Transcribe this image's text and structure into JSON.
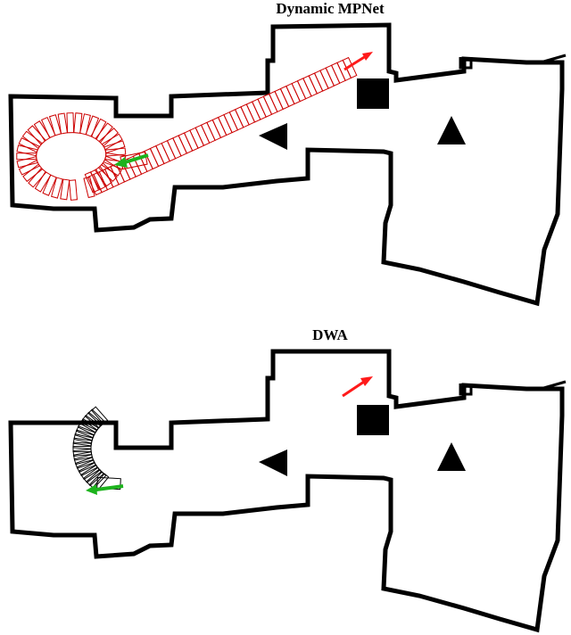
{
  "panels": [
    {
      "id": "top",
      "title": "Dynamic MPNet",
      "planner_color": "#cc0000",
      "goal_arrow_color": "#ff1a1a",
      "start_arrow_color": "#1db31d"
    },
    {
      "id": "bottom",
      "title": "DWA",
      "planner_color": "#000000",
      "goal_arrow_color": "#ff1a1a",
      "start_arrow_color": "#1db31d"
    }
  ]
}
